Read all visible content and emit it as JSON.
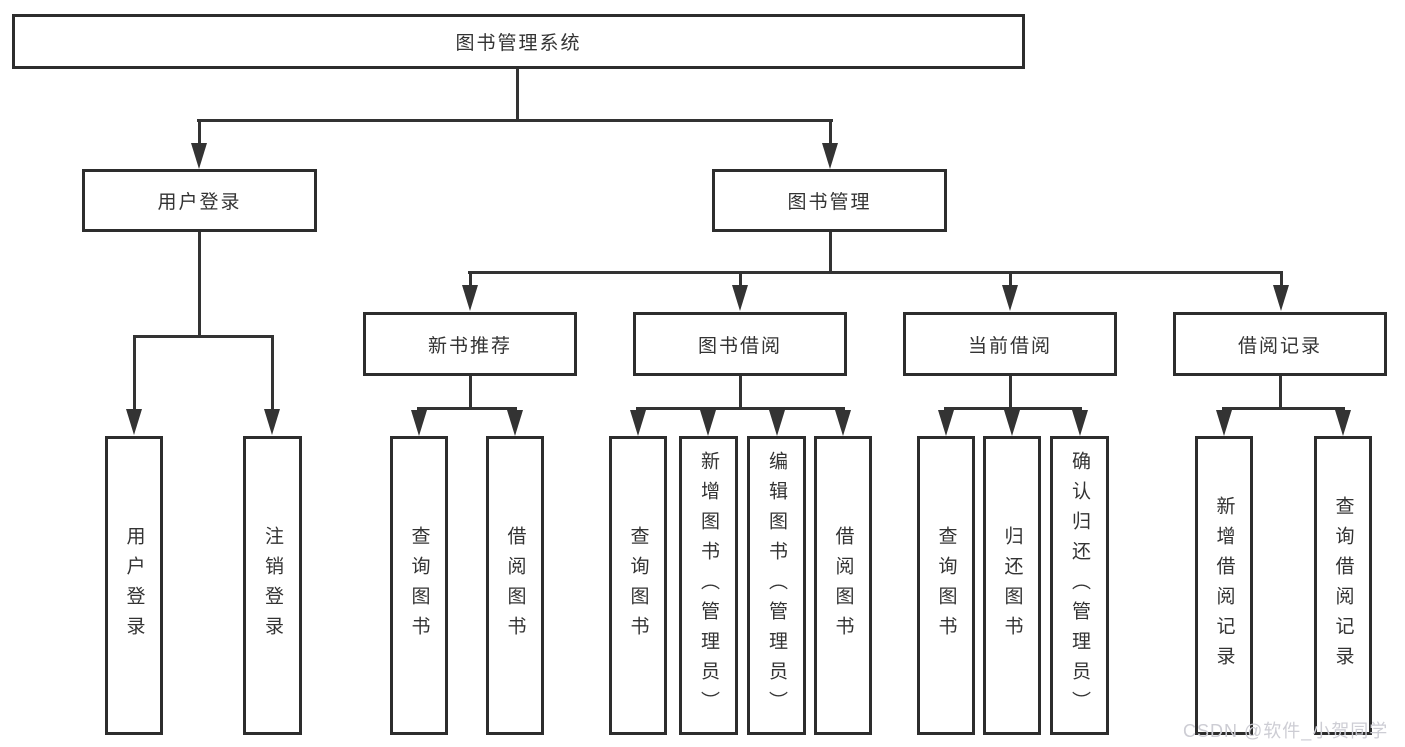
{
  "diagram": {
    "root": {
      "label": "图书管理系统"
    },
    "level2": {
      "user_login": {
        "label": "用户登录"
      },
      "book_mgmt": {
        "label": "图书管理"
      }
    },
    "level3": {
      "new_books": {
        "label": "新书推荐"
      },
      "book_borrow": {
        "label": "图书借阅"
      },
      "current_borrow": {
        "label": "当前借阅"
      },
      "borrow_records": {
        "label": "借阅记录"
      }
    },
    "leaves": {
      "user_login_leaf": {
        "label": "用户登录"
      },
      "logout_leaf": {
        "label": "注销登录"
      },
      "nb_query_books": {
        "label": "查询图书"
      },
      "nb_borrow_books": {
        "label": "借阅图书"
      },
      "bb_query_books": {
        "label": "查询图书"
      },
      "bb_add_books": {
        "label": "新增图书（管理员）"
      },
      "bb_edit_books": {
        "label": "编辑图书（管理员）"
      },
      "bb_borrow_books": {
        "label": "借阅图书"
      },
      "cb_query_books": {
        "label": "查询图书"
      },
      "cb_return_books": {
        "label": "归还图书"
      },
      "cb_confirm_return": {
        "label": "确认归还（管理员）"
      },
      "br_add_record": {
        "label": "新增借阅记录"
      },
      "br_query_record": {
        "label": "查询借阅记录"
      }
    }
  },
  "watermark": {
    "text": "CSDN @软件_小贺同学"
  },
  "colors": {
    "line": "#333333",
    "box_border": "#2d2d2d",
    "text": "#333333",
    "background": "#ffffff",
    "watermark": "#cdcdd4"
  }
}
